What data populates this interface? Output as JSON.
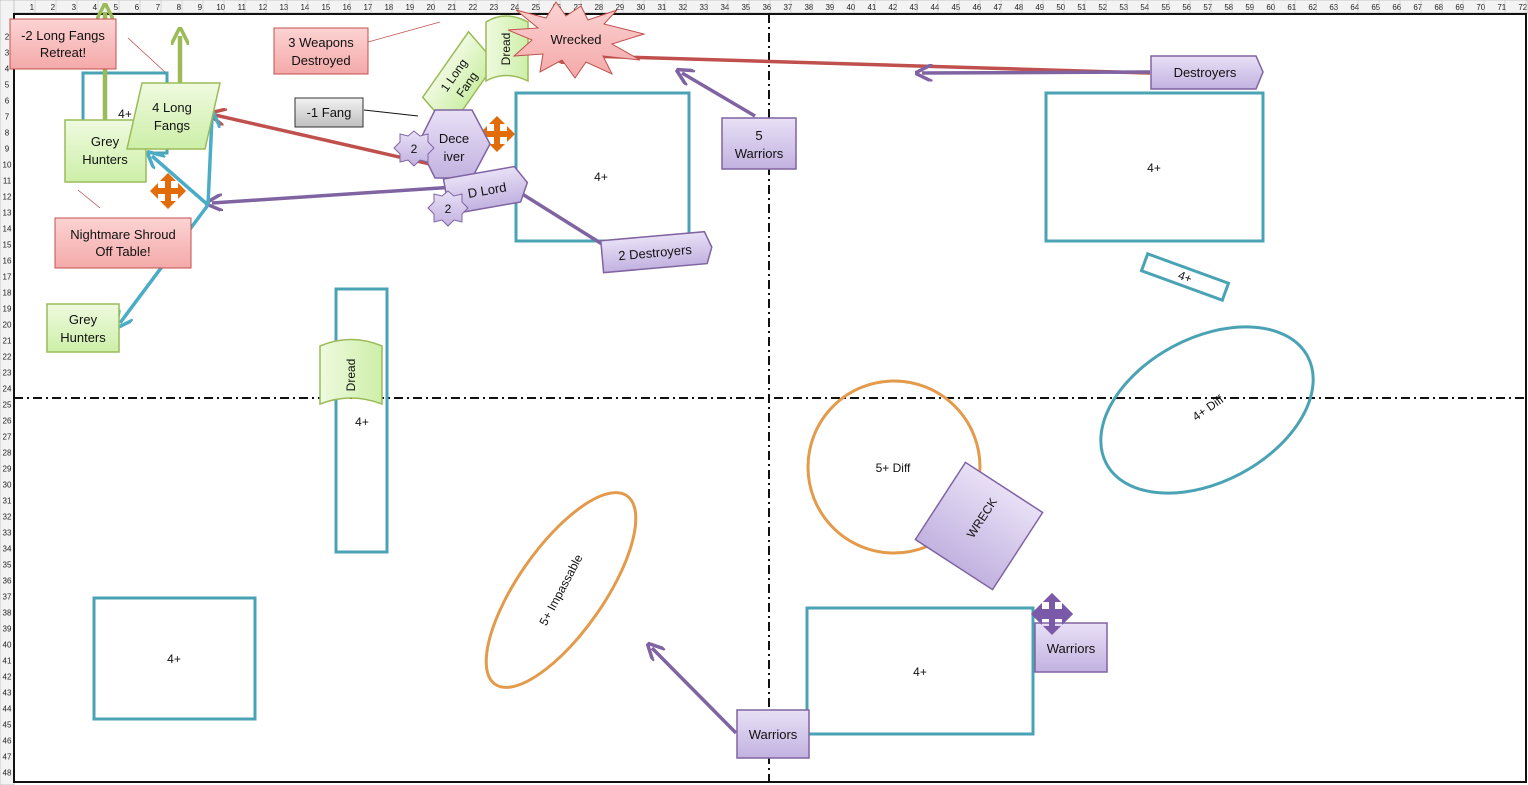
{
  "ruler": {
    "top": [
      "1",
      "2",
      "3",
      "4",
      "5",
      "6",
      "7",
      "8",
      "9",
      "10",
      "11",
      "12",
      "13",
      "14",
      "15",
      "16",
      "17",
      "18",
      "19",
      "20",
      "21",
      "22",
      "23",
      "24",
      "25",
      "26",
      "27",
      "28",
      "29",
      "30",
      "31",
      "32",
      "33",
      "34",
      "35",
      "36",
      "37",
      "38",
      "39",
      "40",
      "41",
      "42",
      "43",
      "44",
      "45",
      "46",
      "47",
      "48",
      "49",
      "50",
      "51",
      "52",
      "53",
      "54",
      "55",
      "56",
      "57",
      "58",
      "59",
      "60",
      "61",
      "62",
      "63",
      "64",
      "65",
      "66",
      "67",
      "68",
      "69",
      "70",
      "71",
      "72"
    ],
    "left": [
      "2",
      "3",
      "4",
      "5",
      "6",
      "7",
      "8",
      "9",
      "10",
      "11",
      "12",
      "13",
      "14",
      "15",
      "16",
      "17",
      "18",
      "19",
      "20",
      "21",
      "22",
      "23",
      "24",
      "25",
      "26",
      "27",
      "28",
      "29",
      "30",
      "31",
      "32",
      "33",
      "34",
      "35",
      "36",
      "37",
      "38",
      "39",
      "40",
      "41",
      "42",
      "43",
      "44",
      "45",
      "46",
      "47",
      "48"
    ]
  },
  "terrain": {
    "ruin_a": "4+",
    "ruin_b": "4+",
    "ruin_c": "4+",
    "ruin_d": "4+",
    "ruin_e": "4+",
    "ruin_f": "4+",
    "ruin_g": "4+",
    "forest_a": "5+ Diff",
    "forest_b": "4+ Diff",
    "impassable": "5+ Impassable",
    "wreck": "WRECK"
  },
  "units": {
    "grey_hunters_top": [
      "Grey",
      "Hunters"
    ],
    "grey_hunters_bottom": [
      "Grey",
      "Hunters"
    ],
    "long_fangs_4": [
      "4 Long",
      "Fangs"
    ],
    "long_fang_1": [
      "1 Long",
      "Fang"
    ],
    "dread_top": "Dread",
    "dread_mid": "Dread",
    "deceiver": [
      "Dece",
      "iver"
    ],
    "d_lord": "D Lord",
    "destroyers_2": "2 Destroyers",
    "destroyers": "Destroyers",
    "warriors_5": [
      "5",
      "Warriors"
    ],
    "warriors_bottom": "Warriors",
    "warriors_right": "Warriors",
    "wound_a": "2",
    "wound_b": "2"
  },
  "callouts": {
    "retreat": [
      "-2 Long Fangs",
      "Retreat!"
    ],
    "weapons": [
      "3 Weapons",
      "Destroyed"
    ],
    "minus_fang": "-1 Fang",
    "shroud": [
      "Nightmare Shroud",
      "Off Table!"
    ],
    "wrecked": "Wrecked"
  },
  "colors": {
    "terrain_blue": "#4AA3B5",
    "forest_orange": "#E39A4B",
    "necron_purple_fill": "#D5C8EC",
    "necron_purple_edge": "#8064A2",
    "wolves_green_fill": "#DCF5C0",
    "wolves_green_edge": "#9BBB59",
    "callout_red_fill": "#F9BDBD",
    "callout_red_edge": "#C0504D",
    "arrow_red": "#C0504D",
    "arrow_purple": "#8064A2",
    "arrow_blue": "#4BACC6",
    "arrow_green": "#9BBB59",
    "move_orange": "#E36C0A"
  }
}
